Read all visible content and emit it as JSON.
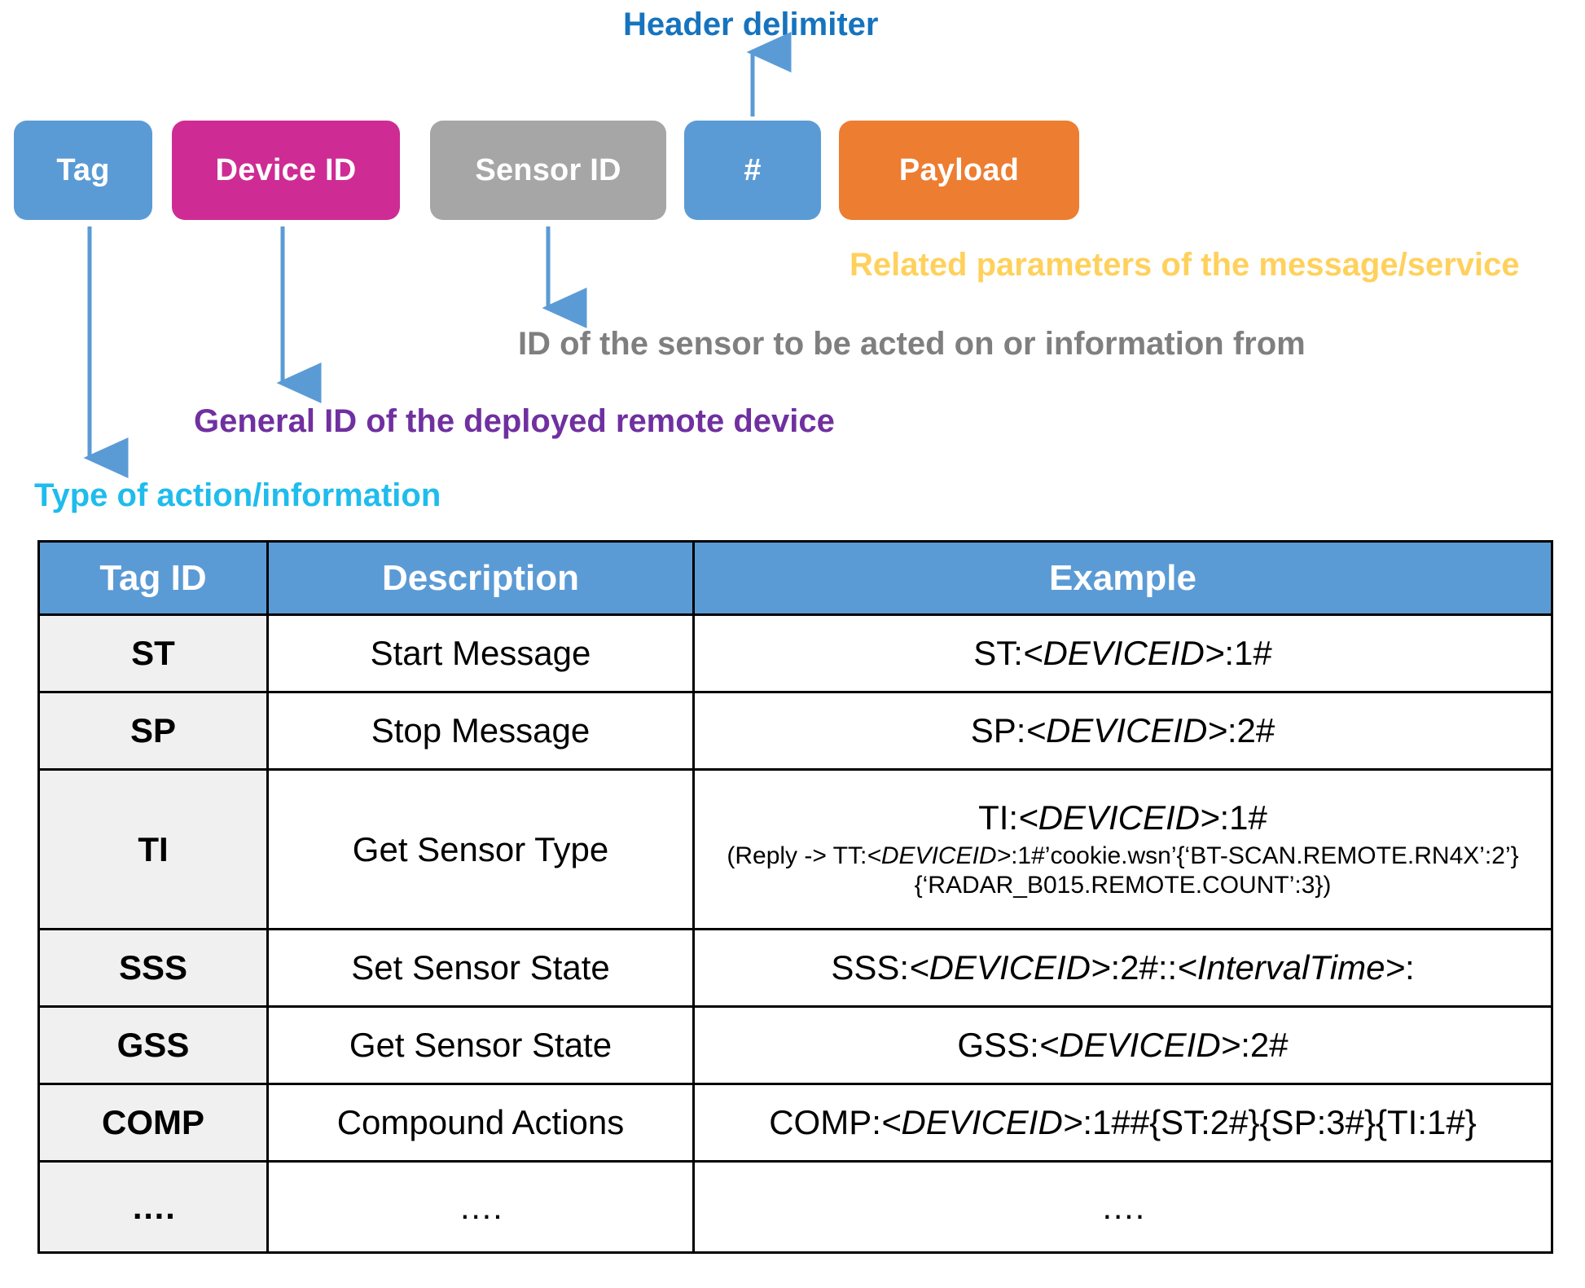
{
  "diagram": {
    "segments": [
      {
        "name": "tag",
        "label": "Tag",
        "color": "#5B9BD5"
      },
      {
        "name": "device-id",
        "label": "Device ID",
        "color": "#CE2C94"
      },
      {
        "name": "sensor-id",
        "label": "Sensor ID",
        "color": "#A6A6A6"
      },
      {
        "name": "hash",
        "label": "#",
        "color": "#5B9BD5"
      },
      {
        "name": "payload",
        "label": "Payload",
        "color": "#ED7D31"
      }
    ],
    "annotations": {
      "header_delimiter": "Header delimiter",
      "related_parameters": "Related parameters of the message/service",
      "sensor_id_desc": "ID of the sensor to be acted on or information from",
      "device_id_desc": "General ID of the deployed remote device",
      "tag_desc": "Type of action/information"
    },
    "annotation_colors": {
      "header_delimiter": "#1673BE",
      "related_parameters": "#FFD15C",
      "sensor_id_desc": "#7F7F7F",
      "device_id_desc": "#7030A0",
      "tag_desc": "#1FBCEC",
      "arrow": "#5B9BD5"
    }
  },
  "table": {
    "headers": [
      "Tag ID",
      "Description",
      "Example"
    ],
    "header_bg": "#5B9BD5",
    "tagid_bg": "#F0F0F0",
    "rows": [
      {
        "tag_id": "ST",
        "description": "Start Message",
        "example_main_pre": "ST:",
        "example_main_ital": "<DEVICEID>",
        "example_main_post": ":1#",
        "example_sub": ""
      },
      {
        "tag_id": "SP",
        "description": "Stop Message",
        "example_main_pre": "SP:",
        "example_main_ital": "<DEVICEID>",
        "example_main_post": ":2#",
        "example_sub": ""
      },
      {
        "tag_id": "TI",
        "description": "Get Sensor Type",
        "example_main_pre": "TI:",
        "example_main_ital": "<DEVICEID>",
        "example_main_post": ":1#",
        "example_sub_pre": "(Reply -> TT:",
        "example_sub_ital": "<DEVICEID>",
        "example_sub_post": ":1#’cookie.wsn’{‘BT-SCAN.REMOTE.RN4X’:2’}{‘RADAR_B015.REMOTE.COUNT’:3})"
      },
      {
        "tag_id": "SSS",
        "description": "Set Sensor State",
        "example_main_pre": "SSS:",
        "example_main_ital": "<DEVICEID>",
        "example_main_post": ":2#::",
        "example_main_ital2": "<IntervalTime>",
        "example_main_post2": ":",
        "example_sub": ""
      },
      {
        "tag_id": "GSS",
        "description": "Get Sensor State",
        "example_main_pre": "GSS:",
        "example_main_ital": "<DEVICEID>",
        "example_main_post": ":2#",
        "example_sub": ""
      },
      {
        "tag_id": "COMP",
        "description": "Compound Actions",
        "example_main_pre": "COMP:",
        "example_main_ital": "<DEVICEID>",
        "example_main_post": ":1##{ST:2#}{SP:3#}{TI:1#}",
        "example_sub": ""
      },
      {
        "tag_id": "….",
        "description": "….",
        "example_main_pre": "….",
        "example_main_ital": "",
        "example_main_post": "",
        "example_sub": ""
      }
    ]
  }
}
